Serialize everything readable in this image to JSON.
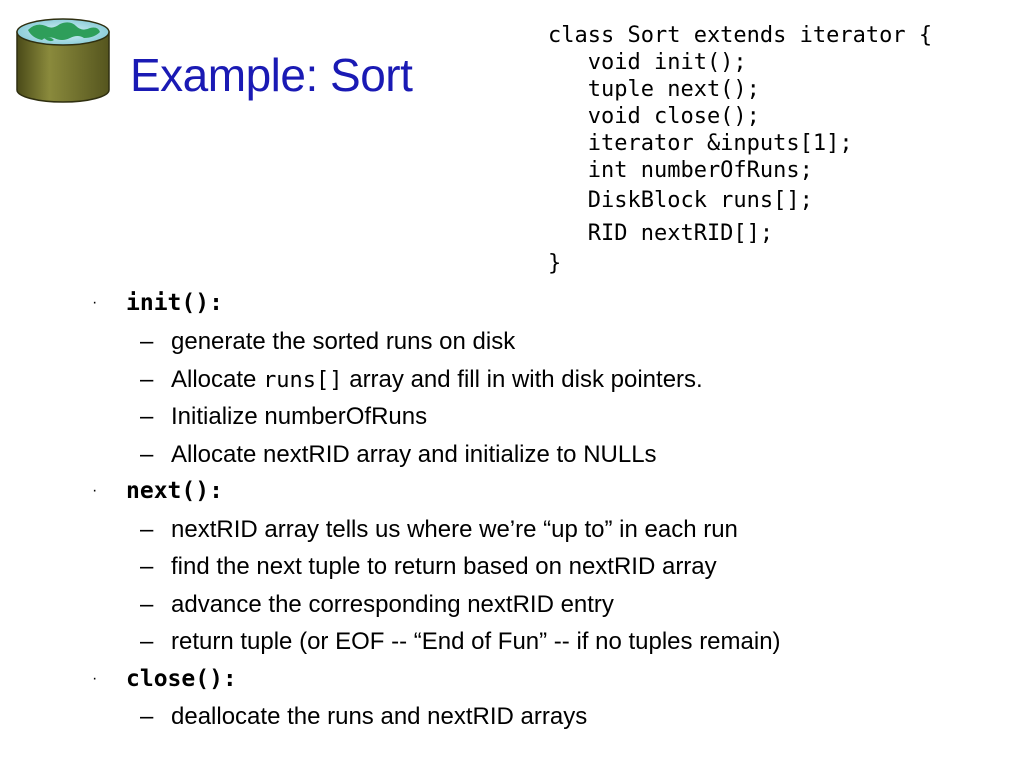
{
  "slide": {
    "title": "Example: Sort"
  },
  "code": {
    "lines": [
      "class Sort extends iterator {",
      "   void init();",
      "   tuple next();",
      "   void close();",
      "   iterator &inputs[1];",
      "   int numberOfRuns;",
      "   DiskBlock runs[];",
      "   RID nextRID[];",
      "}"
    ]
  },
  "bullets": {
    "init": {
      "label": "init():",
      "items": [
        "generate the sorted runs on disk",
        "Initialize numberOfRuns",
        "Allocate nextRID array and initialize to NULLs"
      ],
      "allocate_prefix": "Allocate ",
      "allocate_code": "runs[]",
      "allocate_suffix": " array and fill in with disk pointers."
    },
    "next": {
      "label": "next():",
      "items": [
        "nextRID array tells us where we’re “up to” in each run",
        "find the next tuple to return based on nextRID array",
        "advance the corresponding nextRID entry",
        "return tuple (or EOF -- “End of Fun” -- if no tuples remain)"
      ]
    },
    "close": {
      "label": "close():",
      "items": [
        "deallocate the runs and nextRID arrays"
      ]
    },
    "bullet_glyph": "·",
    "dash_glyph": "–"
  },
  "colors": {
    "title": "#1a1ab4",
    "logo_top": "#2e9e5a",
    "logo_body": "#6b6b2a"
  },
  "icons": {
    "logo": "database-globe-icon"
  }
}
